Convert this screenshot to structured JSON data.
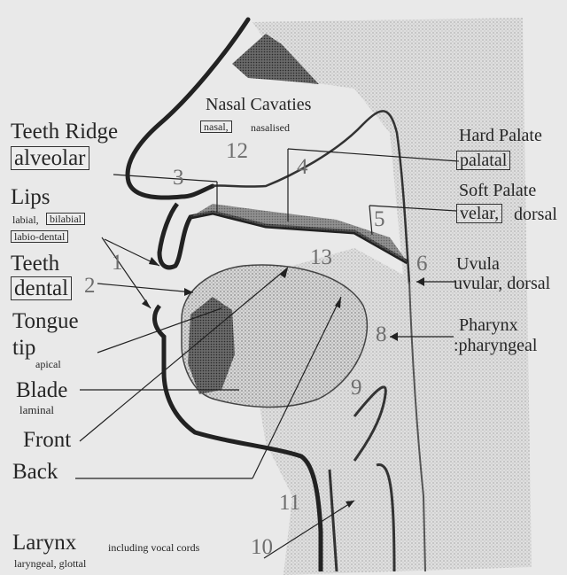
{
  "labels": {
    "nasal_cavaties": "Nasal Cavaties",
    "nasal_box": "nasal,",
    "nasalised": "nasalised",
    "teeth_ridge": "Teeth Ridge",
    "alveolar": "alveolar",
    "lips": "Lips",
    "labial": "labial,",
    "bilabial": "bilabial",
    "labio_dental": "labio-dental",
    "teeth": "Teeth",
    "dental": "dental",
    "tongue_tip": "Tongue",
    "tip": "tip",
    "apical": "apical",
    "blade": "Blade",
    "laminal": "laminal",
    "front": "Front",
    "back": "Back",
    "larynx": "Larynx",
    "vocal_cords": "including vocal cords",
    "laryngeal": "laryngeal, glottal",
    "hard_palate": "Hard Palate",
    "palatal": "palatal",
    "soft_palate": "Soft Palate",
    "velar": "velar,",
    "dorsal": "dorsal",
    "uvula": "Uvula",
    "uvular": "uvular, dorsal",
    "pharynx": "Pharynx",
    "pharyngeal": ":pharyngeal"
  },
  "numbers": {
    "n1": "1",
    "n2": "2",
    "n3": "3",
    "n4": "4",
    "n5": "5",
    "n6": "6",
    "n8": "8",
    "n9": "9",
    "n10": "10",
    "n11": "11",
    "n12": "12",
    "n13": "13"
  }
}
